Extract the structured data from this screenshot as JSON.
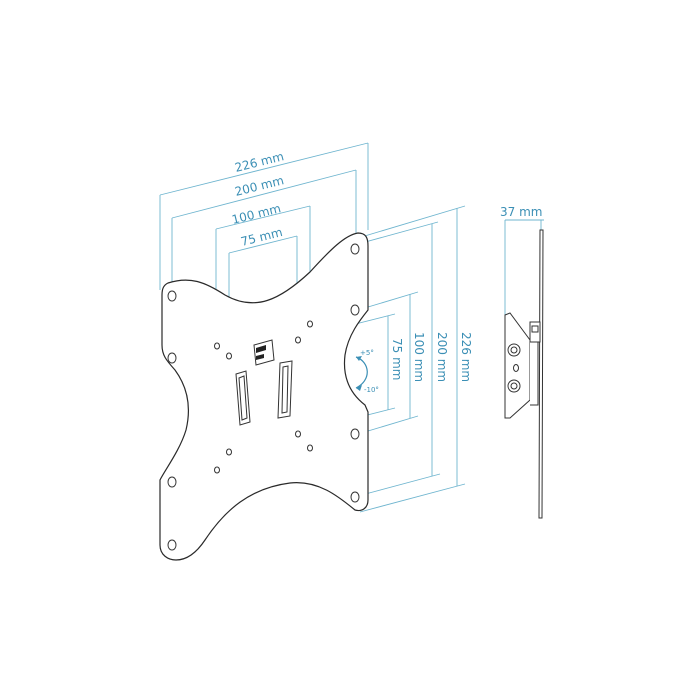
{
  "diagram": {
    "subject": "TV wall mount plate (front view and side view)",
    "front_view": {
      "horizontal_dimensions": [
        {
          "label": "226 mm"
        },
        {
          "label": "200 mm"
        },
        {
          "label": "100 mm"
        },
        {
          "label": "75 mm"
        }
      ],
      "vertical_dimensions": [
        {
          "label": "75 mm"
        },
        {
          "label": "100 mm"
        },
        {
          "label": "200 mm"
        },
        {
          "label": "226 mm"
        }
      ],
      "tilt": {
        "up_label": "+5°",
        "down_label": "-10°"
      }
    },
    "side_view": {
      "depth_label": "37 mm"
    },
    "colors": {
      "dimension_line": "#6fb5cf",
      "dimension_text": "#3b8fb5",
      "outline": "#2a2a2a",
      "background": "#ffffff"
    }
  }
}
